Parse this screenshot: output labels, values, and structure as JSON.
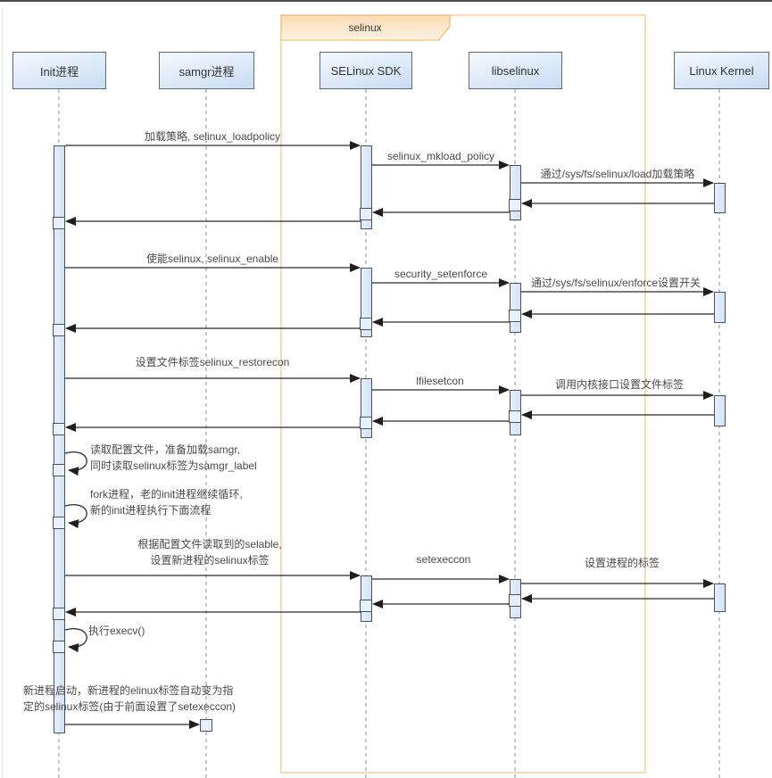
{
  "diagram": {
    "frame_label": "selinux",
    "participants": {
      "init": "Init进程",
      "samgr": "samgr进程",
      "sdk": "SELinux SDK",
      "libselinux": "libselinux",
      "kernel": "Linux Kernel"
    },
    "messages": {
      "load_policy": "加载策略, selinux_loadpolicy",
      "mkload_policy": "selinux_mkload_policy",
      "sysfs_load": "通过/sys/fs/selinux/load加载策略",
      "enable": "使能selinux, selinux_enable",
      "setenforce": "security_setenforce",
      "sysfs_enforce": "通过/sys/fs/selinux/enforce设置开关",
      "restorecon": "设置文件标签selinux_restorecon",
      "lfilesetcon": "lfilesetcon",
      "kernel_filelabel": "调用内核接口设置文件标签",
      "selable_line1": "根据配置文件读取到的selable,",
      "selable_line2": "设置新进程的selinux标签",
      "setexeccon": "setexeccon",
      "set_proc_label": "设置进程的标签",
      "read_config_line1": "读取配置文件，准备加载samgr,",
      "read_config_line2": "同时读取selinux标签为samgr_label",
      "fork_line1": "fork进程，老的init进程继续循环,",
      "fork_line2": "新的init进程执行下面流程",
      "execv": "执行execv()",
      "new_proc_line1": "新进程启动，新进程的elinux标签自动变为指",
      "new_proc_line2": "定的selinux标签(由于前面设置了setexeccon)"
    },
    "colors": {
      "frame_border": "#f2c183",
      "frame_label_fill": "#fbe0bd",
      "participant_fill": "#dae8fc",
      "participant_border": "#5d6c7b",
      "activation_fill": "#d9e7f8",
      "arrow": "#1f1f1f",
      "lifeline": "#9aa0a6",
      "text": "#4a4a4a"
    }
  }
}
